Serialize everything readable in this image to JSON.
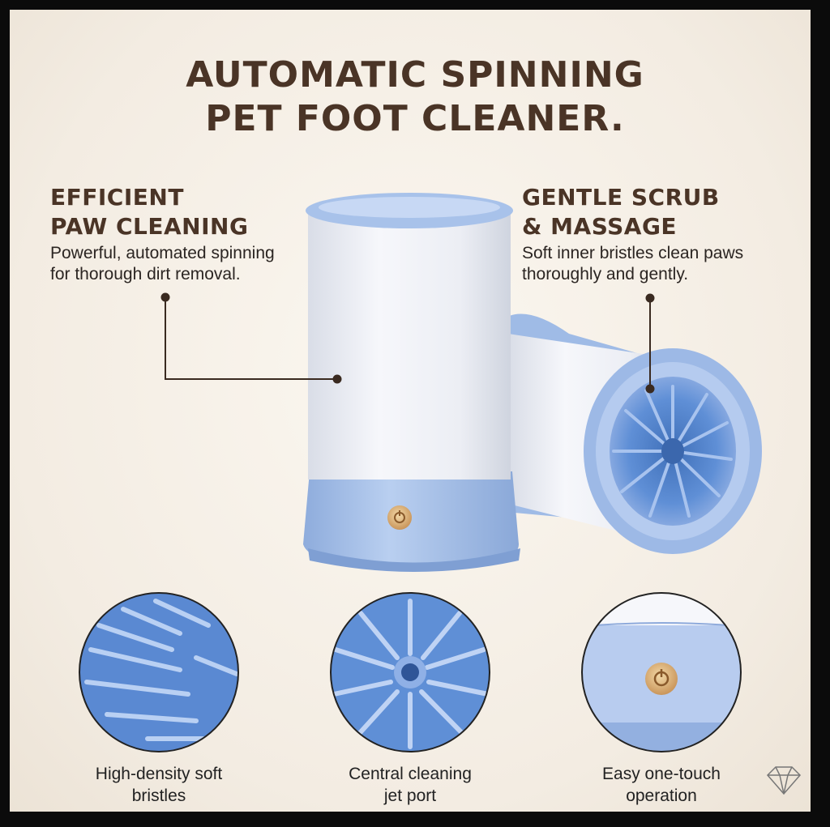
{
  "title": {
    "line1": "AUTOMATIC SPINNING",
    "line2": "PET FOOT CLEANER."
  },
  "features": {
    "left": {
      "heading_line1": "EFFICIENT",
      "heading_line2": "PAW CLEANING",
      "body_line1": "Powerful, automated spinning",
      "body_line2": "for thorough dirt removal."
    },
    "right": {
      "heading_line1": "GENTLE SCRUB",
      "heading_line2": "& MASSAGE",
      "body_line1": "Soft inner bristles clean paws",
      "body_line2": "thoroughly and gently."
    }
  },
  "details": [
    {
      "line1": "High-density soft",
      "line2": "bristles"
    },
    {
      "line1": "Central cleaning",
      "line2": "jet port"
    },
    {
      "line1": "Easy one-touch",
      "line2": "operation"
    }
  ],
  "colors": {
    "heading": "#4a3426",
    "body_text": "#2b2522",
    "cup_white": "#eef0f6",
    "cup_blue": "#a9c3ea",
    "bristle_blue": "#5f8fd6",
    "button_gold": "#d6ad6e"
  }
}
